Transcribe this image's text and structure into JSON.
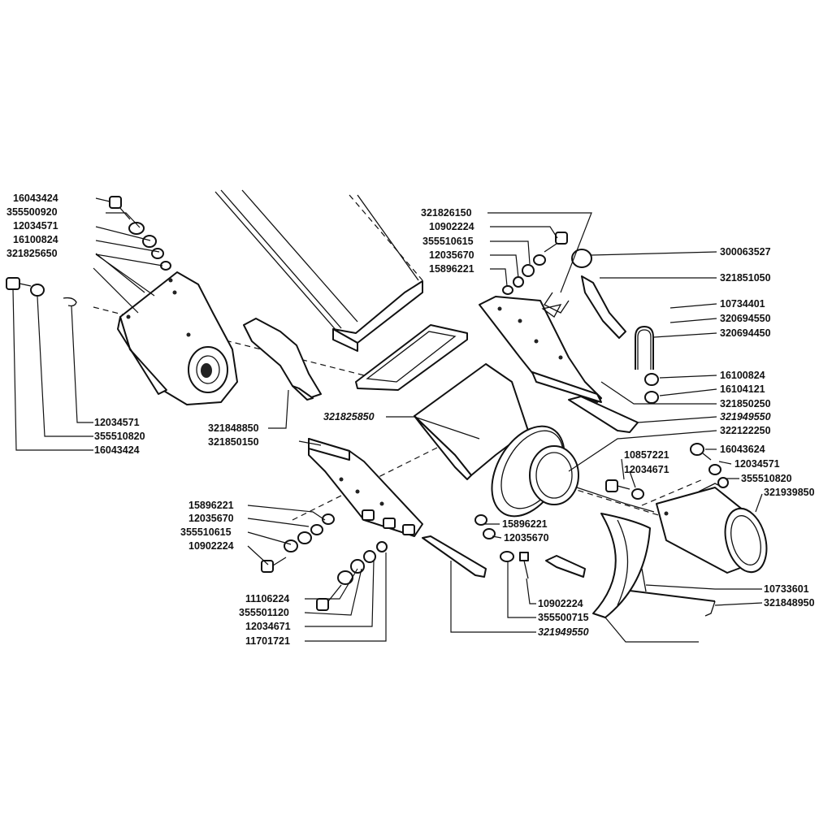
{
  "colors": {
    "ink": "#111111",
    "paper": "#ffffff"
  },
  "labels": {
    "l1": "16043424",
    "l2": "355500920",
    "l3": "12034571",
    "l4": "16100824",
    "l5": "321825650",
    "l6": "12034571",
    "l7": "355510820",
    "l8": "16043424",
    "l9": "321848850",
    "l10": "321850150",
    "l11": "321825850",
    "l12": "15896221",
    "l13": "12035670",
    "l14": "355510615",
    "l15": "10902224",
    "l16": "11106224",
    "l17": "355501120",
    "l18": "12034671",
    "l19": "11701721",
    "l20": "321826150",
    "l21": "10902224",
    "l22": "355510615",
    "l23": "12035670",
    "l24": "15896221",
    "l25": "300063527",
    "l26": "321851050",
    "l27": "10734401",
    "l28": "320694550",
    "l29": "320694450",
    "l30": "16100824",
    "l31": "16104121",
    "l32": "321850250",
    "l33": "321949550",
    "l34": "322122250",
    "l35": "10857221",
    "l36": "12034671",
    "l37": "16043624",
    "l38": "12034571",
    "l39": "355510820",
    "l40": "321939850",
    "l41": "15896221",
    "l42": "12035670",
    "l43": "10733601",
    "l44": "321848950",
    "l45": "10902224",
    "l46": "355500715",
    "l47": "321949550"
  }
}
